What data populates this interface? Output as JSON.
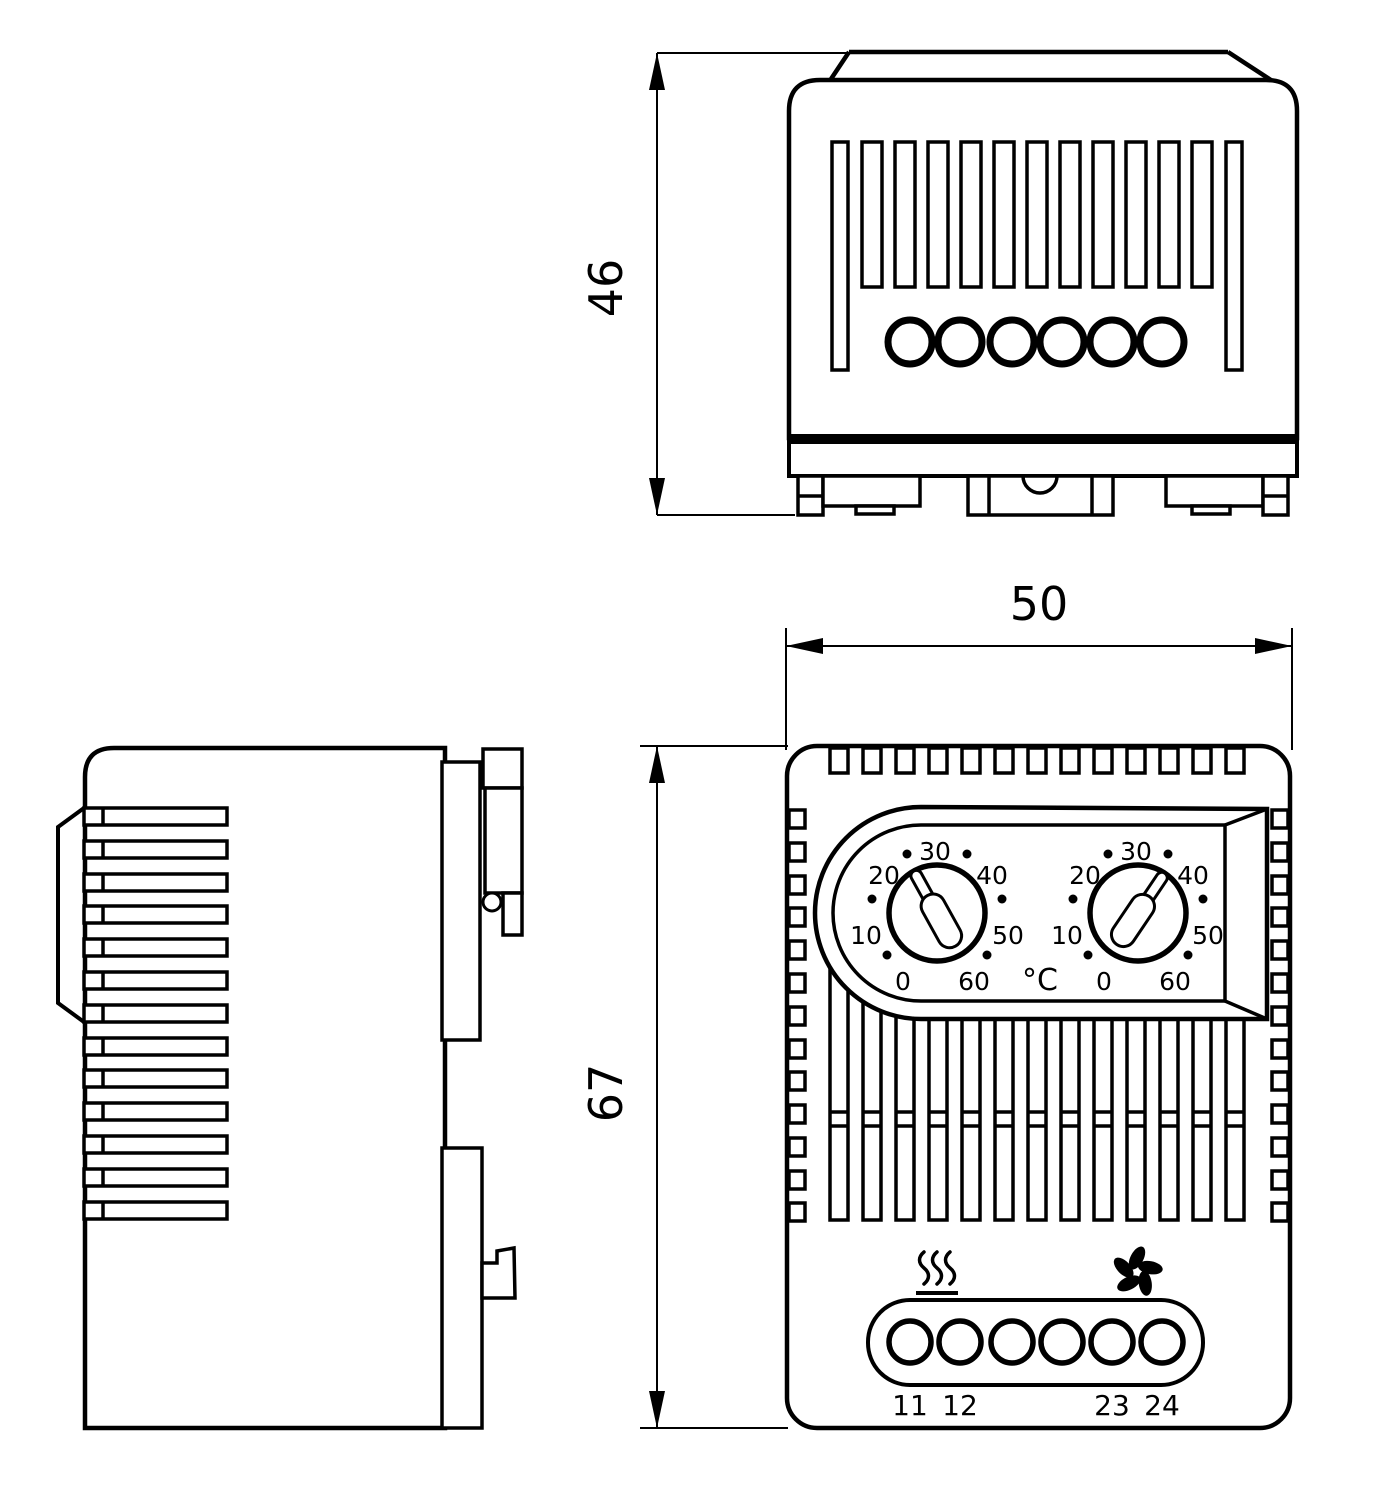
{
  "drawing": {
    "colors": {
      "line": "#000000",
      "bg": "#ffffff"
    },
    "dimensions": {
      "top_view_height": "46",
      "front_width": "50",
      "front_height": "67"
    },
    "front_view": {
      "dial_scale": [
        "0",
        "10",
        "20",
        "30",
        "40",
        "50",
        "60"
      ],
      "unit_label": "°C",
      "terminal_labels": [
        "11",
        "12",
        "23",
        "24"
      ],
      "icons": {
        "heating": "heating-icon",
        "fan": "fan-icon"
      }
    }
  }
}
